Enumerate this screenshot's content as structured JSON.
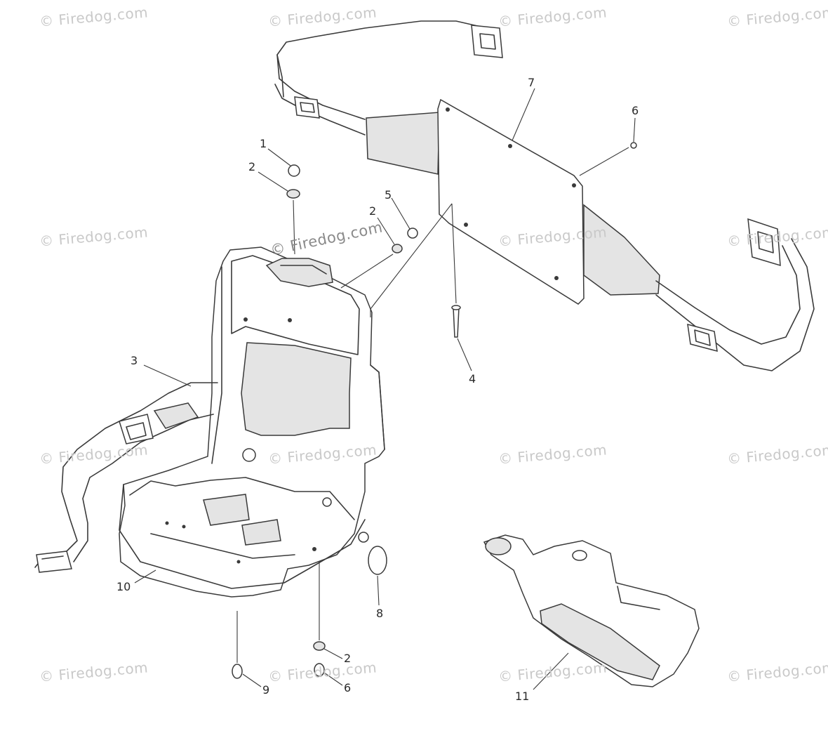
{
  "watermark": {
    "text": "© Firedog.com",
    "center_text": "© Firedog.com"
  },
  "callouts": [
    "1",
    "2",
    "5",
    "2",
    "7",
    "6",
    "3",
    "4",
    "10",
    "8",
    "2",
    "9",
    "6",
    "11"
  ],
  "colors": {
    "line": "#3a3a3a",
    "watermark": "#c9c9c9"
  }
}
